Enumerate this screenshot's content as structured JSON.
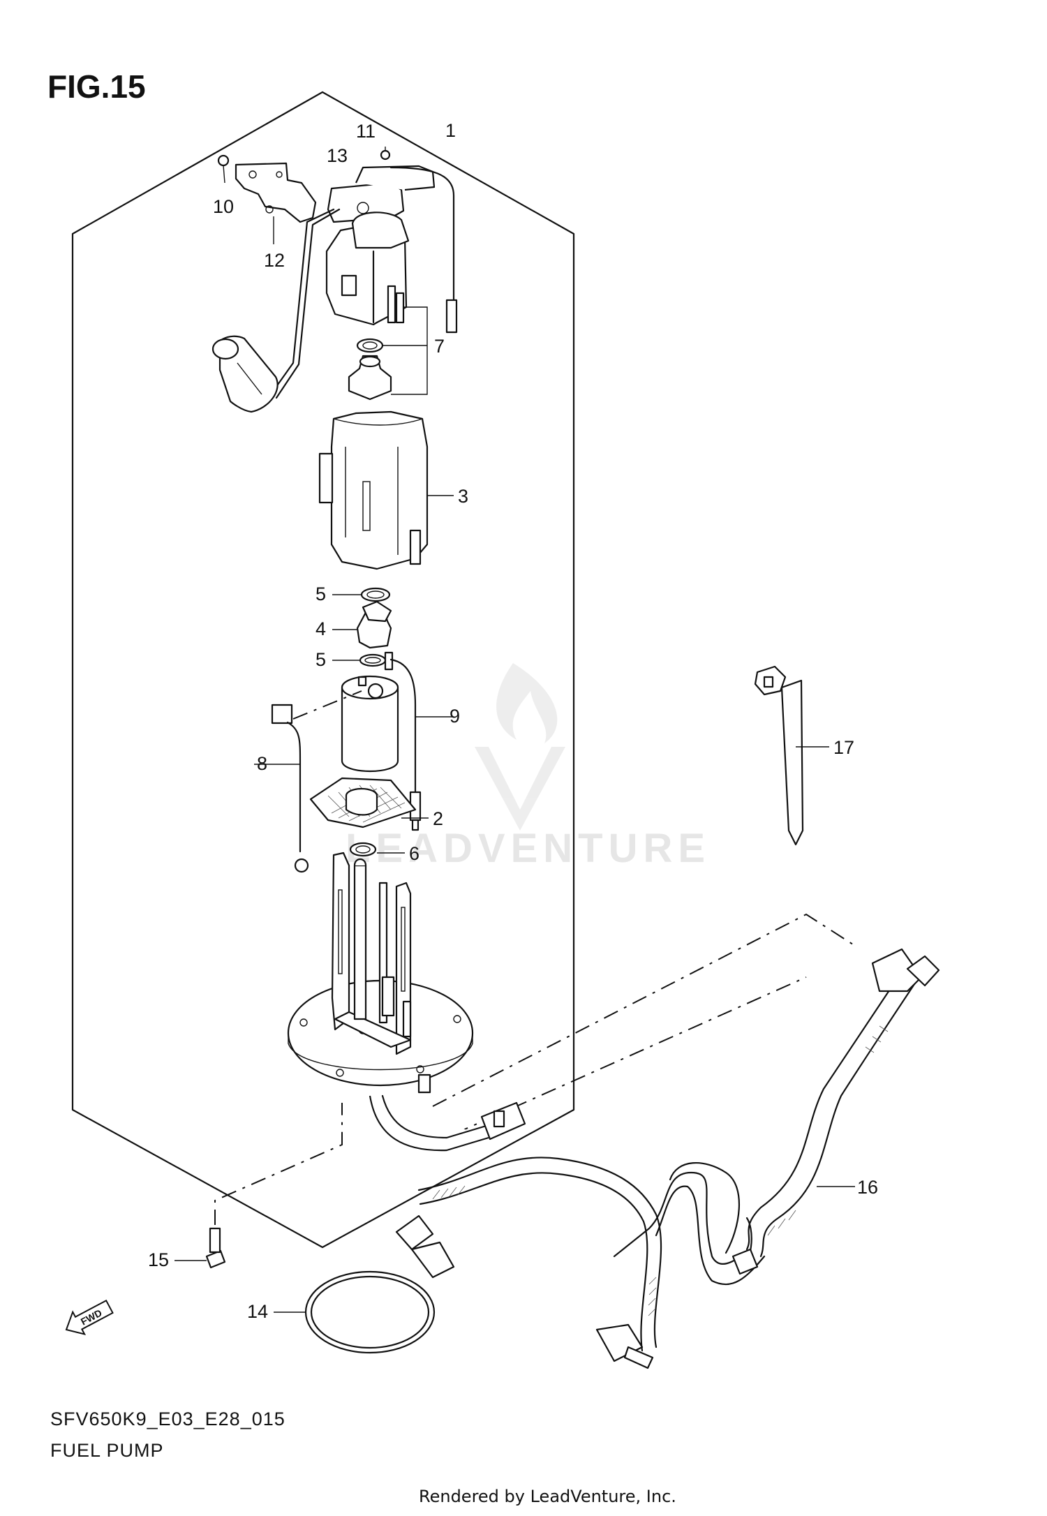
{
  "figure": {
    "title": "FIG.15",
    "code": "SFV650K9_E03_E28_015",
    "name": "FUEL PUMP",
    "credit": "Rendered by LeadVenture, Inc.",
    "watermark": "LEADVENTURE"
  },
  "direction_arrow": {
    "label": "FWD"
  },
  "callouts": [
    {
      "id": "1",
      "part": "fuel-pump-assembly"
    },
    {
      "id": "2",
      "part": "filter"
    },
    {
      "id": "3",
      "part": "pump-case"
    },
    {
      "id": "4",
      "part": "joint"
    },
    {
      "id": "5",
      "part": "o-ring-upper"
    },
    {
      "id": "5",
      "part": "o-ring-lower"
    },
    {
      "id": "6",
      "part": "o-ring"
    },
    {
      "id": "7",
      "part": "regulator-set"
    },
    {
      "id": "8",
      "part": "lead-wire"
    },
    {
      "id": "9",
      "part": "lead-wire"
    },
    {
      "id": "10",
      "part": "screw"
    },
    {
      "id": "11",
      "part": "screw"
    },
    {
      "id": "12",
      "part": "bracket"
    },
    {
      "id": "13",
      "part": "fuel-level-gauge"
    },
    {
      "id": "14",
      "part": "gasket"
    },
    {
      "id": "15",
      "part": "bolt"
    },
    {
      "id": "16",
      "part": "fuel-hose"
    },
    {
      "id": "17",
      "part": "clamp"
    }
  ]
}
